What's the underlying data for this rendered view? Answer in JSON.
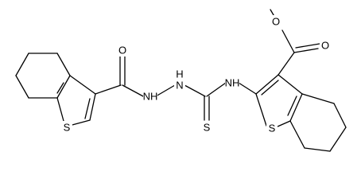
{
  "atoms": {
    "o_methoxy": "O",
    "o_ester": "O",
    "nh_amide": "NH",
    "nh_hydrazide": "N",
    "h_hydrazide": "H",
    "nh_thiourea": "NH",
    "o_amide": "O",
    "s_thione": "S",
    "s_ring_left": "S",
    "s_ring_right": "S"
  },
  "colors": {
    "bond": "#000000",
    "label": "#000000",
    "background": "#ffffff"
  }
}
